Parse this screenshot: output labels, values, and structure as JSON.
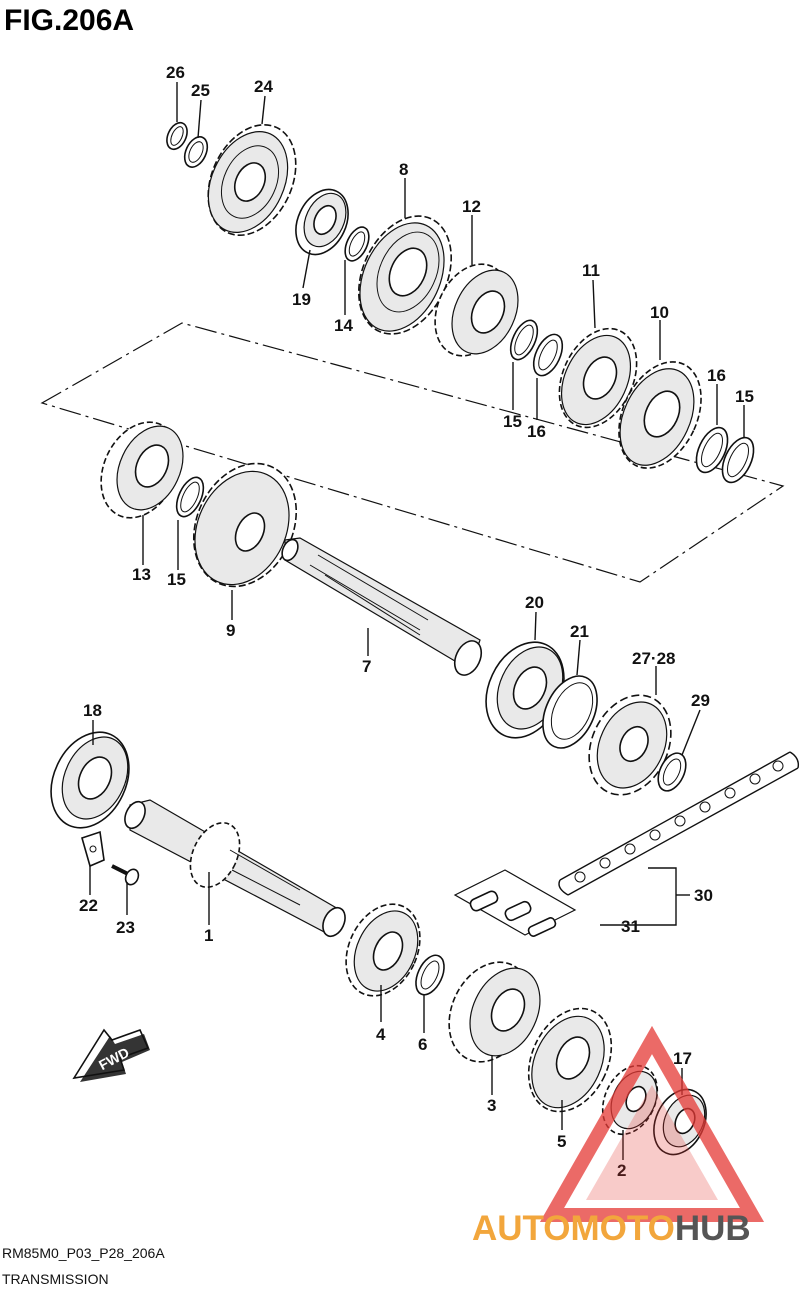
{
  "figure": {
    "title": "FIG.206A",
    "code": "RM85M0_P03_P28_206A",
    "caption": "TRANSMISSION"
  },
  "fwd_label": "FWD",
  "watermark": {
    "part1": "AUTOMOTO",
    "part2": "HUB",
    "color1": "#f2a63c",
    "color2": "#555555",
    "triangle_color": "#e53935"
  },
  "callouts": [
    {
      "key": "p26",
      "label": "26"
    },
    {
      "key": "p25",
      "label": "25"
    },
    {
      "key": "p24",
      "label": "24"
    },
    {
      "key": "p8",
      "label": "8"
    },
    {
      "key": "p12",
      "label": "12"
    },
    {
      "key": "p19",
      "label": "19"
    },
    {
      "key": "p14",
      "label": "14"
    },
    {
      "key": "p11",
      "label": "11"
    },
    {
      "key": "p10",
      "label": "10"
    },
    {
      "key": "p16a",
      "label": "16"
    },
    {
      "key": "p15a",
      "label": "15"
    },
    {
      "key": "p15b",
      "label": "15"
    },
    {
      "key": "p16b",
      "label": "16"
    },
    {
      "key": "p13",
      "label": "13"
    },
    {
      "key": "p15c",
      "label": "15"
    },
    {
      "key": "p9",
      "label": "9"
    },
    {
      "key": "p7",
      "label": "7"
    },
    {
      "key": "p20",
      "label": "20"
    },
    {
      "key": "p21",
      "label": "21"
    },
    {
      "key": "p27_28",
      "label": "27·28"
    },
    {
      "key": "p29",
      "label": "29"
    },
    {
      "key": "p18",
      "label": "18"
    },
    {
      "key": "p22",
      "label": "22"
    },
    {
      "key": "p23",
      "label": "23"
    },
    {
      "key": "p1",
      "label": "1"
    },
    {
      "key": "p30",
      "label": "30"
    },
    {
      "key": "p31",
      "label": "31"
    },
    {
      "key": "p4",
      "label": "4"
    },
    {
      "key": "p6",
      "label": "6"
    },
    {
      "key": "p3",
      "label": "3"
    },
    {
      "key": "p5",
      "label": "5"
    },
    {
      "key": "p2",
      "label": "2"
    },
    {
      "key": "p17",
      "label": "17"
    }
  ]
}
